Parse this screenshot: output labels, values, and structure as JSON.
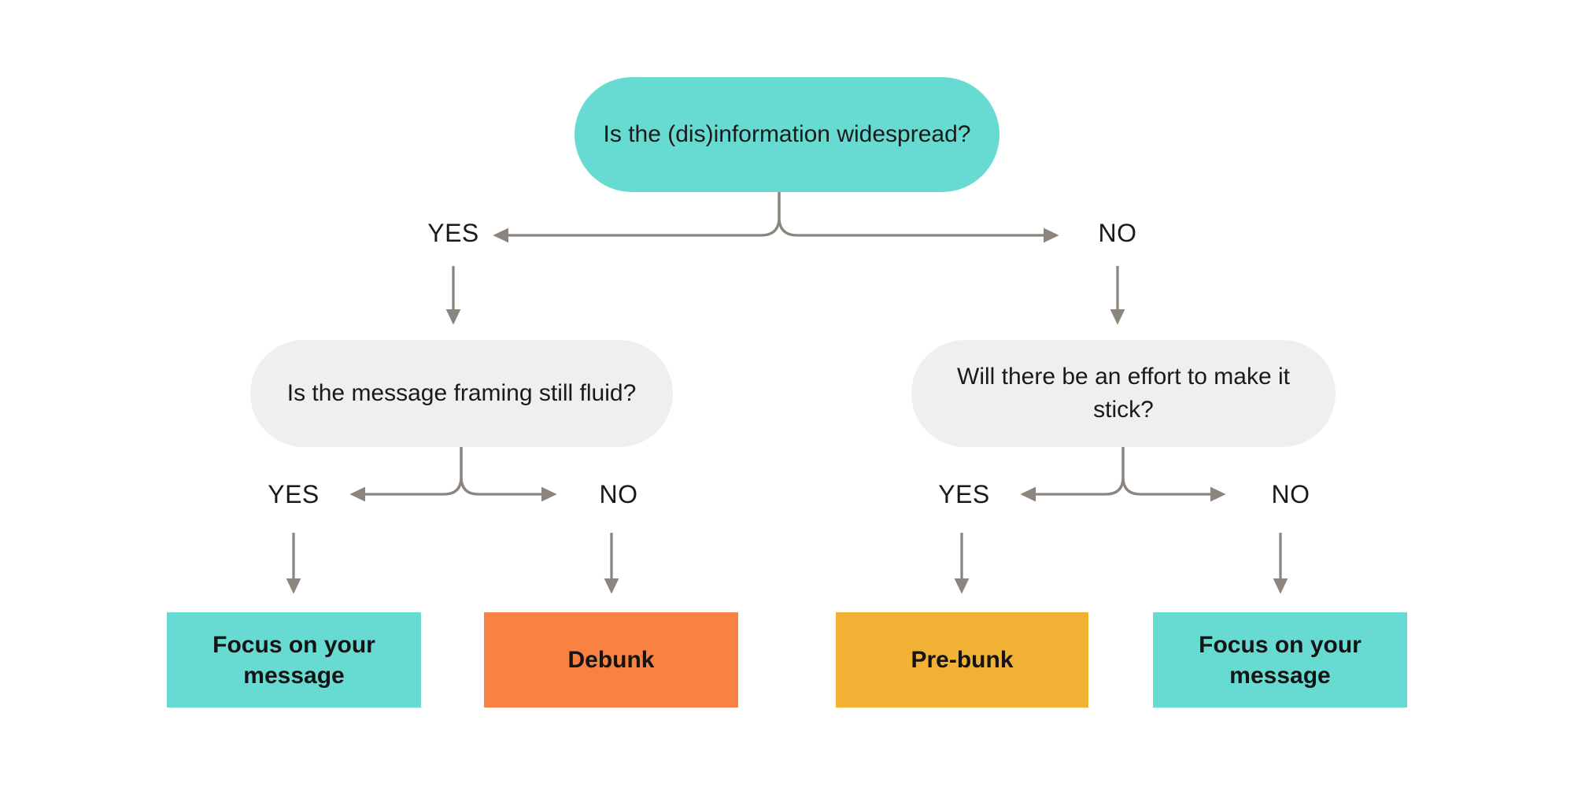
{
  "diagram": {
    "type": "decision-tree-flowchart",
    "background": "#FFFFFF"
  },
  "colors": {
    "teal": "#67DAD2",
    "question_gray": "#F0EFED",
    "orange": "#F98243",
    "amber": "#F0B135",
    "connector": "#8C857D",
    "text_dark": "#1A1A1A"
  },
  "root": {
    "question": "Is the (dis)information widespread?"
  },
  "left_branch": {
    "branch_label": "YES",
    "question": "Is the message framing still fluid?",
    "yes": {
      "label": "YES",
      "outcome": "Focus on your message"
    },
    "no": {
      "label": "NO",
      "outcome": "Debunk"
    }
  },
  "right_branch": {
    "branch_label": "NO",
    "question": "Will there be an effort to make it stick?",
    "yes": {
      "label": "YES",
      "outcome": "Pre-bunk"
    },
    "no": {
      "label": "NO",
      "outcome": "Focus on your message"
    }
  }
}
